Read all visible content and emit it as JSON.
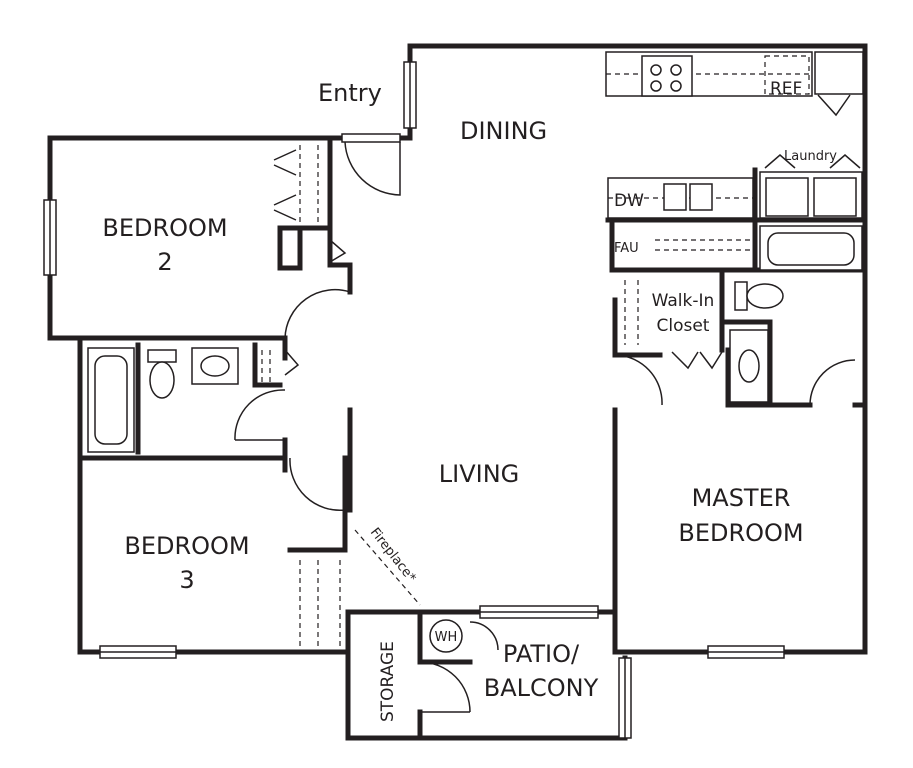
{
  "labels": {
    "entry": "Entry",
    "dining": "DINING",
    "bedroom2_line1": "BEDROOM",
    "bedroom2_line2": "2",
    "living": "LIVING",
    "bedroom3_line1": "BEDROOM",
    "bedroom3_line2": "3",
    "master_line1": "MASTER",
    "master_line2": "BEDROOM",
    "walkin_line1": "Walk-In",
    "walkin_line2": "Closet",
    "laundry": "Laundry",
    "ref": "REF",
    "dw": "DW",
    "fau": "FAU",
    "fireplace": "Fireplace*",
    "wh": "WH",
    "storage": "STORAGE",
    "patio_line1": "PATIO/",
    "patio_line2": "BALCONY"
  },
  "colors": {
    "line": "#231f20",
    "background": "#ffffff"
  }
}
